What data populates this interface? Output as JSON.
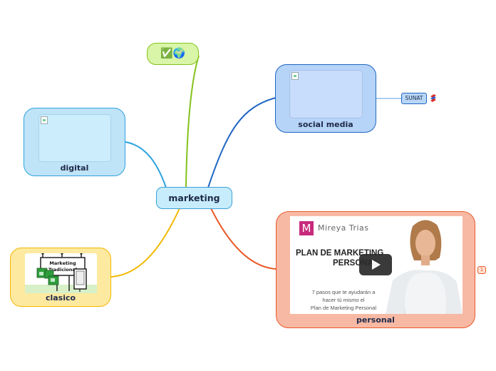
{
  "map": {
    "center": "marketing",
    "icons_node": {
      "icons": [
        "✅",
        "🌍"
      ],
      "icon_names": [
        "check-mark-icon",
        "globe-icon"
      ]
    },
    "social": {
      "label": "social media",
      "child": "SUNAT",
      "child_icon": "flag-icon"
    },
    "digital": {
      "label": "digital"
    },
    "clasico": {
      "label": "clasico",
      "billboard_line1": "Marketing",
      "billboard_line2": "Tradicional"
    },
    "personal": {
      "label": "personal",
      "badge": "1",
      "video": {
        "brand_initial": "M",
        "brand": "Mireya Trias",
        "title_line1": "PLAN DE MARKETING",
        "title_line2": "PERSONAL",
        "sub_line1": "7 pasos que te ayudarán a",
        "sub_line2": "hacer tú mismo el",
        "sub_line3": "Plan de Marketing Personal"
      }
    }
  },
  "colors": {
    "center_fill": "#c7ecfb",
    "center_border": "#3aa0d8",
    "social_fill": "#b6d4f7",
    "social_border": "#1f66c4",
    "digital_fill": "#bfe3f7",
    "digital_border": "#2ea3e0",
    "clasico_fill": "#fde9a0",
    "clasico_border": "#f2b800",
    "personal_fill": "#f7b9a4",
    "personal_border": "#ea5a2a",
    "icons_fill": "#d8f5a8",
    "icons_border": "#84c21c"
  }
}
